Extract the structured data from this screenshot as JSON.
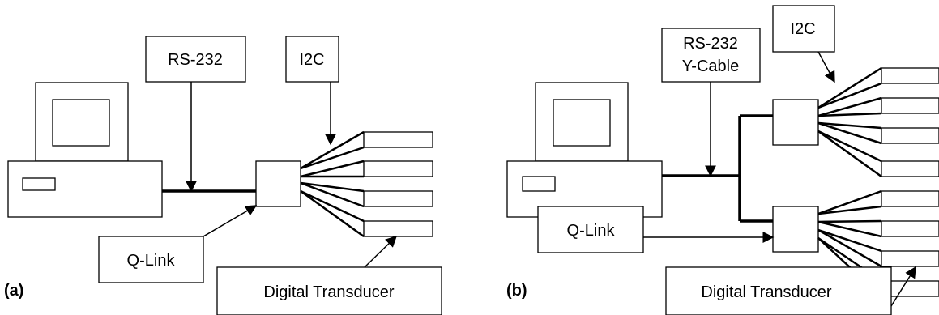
{
  "panel_a": {
    "panel_label": "(a)",
    "rs232_label": "RS-232",
    "i2c_label": "I2C",
    "qlink_label": "Q-Link",
    "transducer_label": "Digital Transducer"
  },
  "panel_b": {
    "panel_label": "(b)",
    "rs232_label_line1": "RS-232",
    "rs232_label_line2": "Y-Cable",
    "i2c_label": "I2C",
    "qlink_label": "Q-Link",
    "transducer_label": "Digital Transducer"
  }
}
